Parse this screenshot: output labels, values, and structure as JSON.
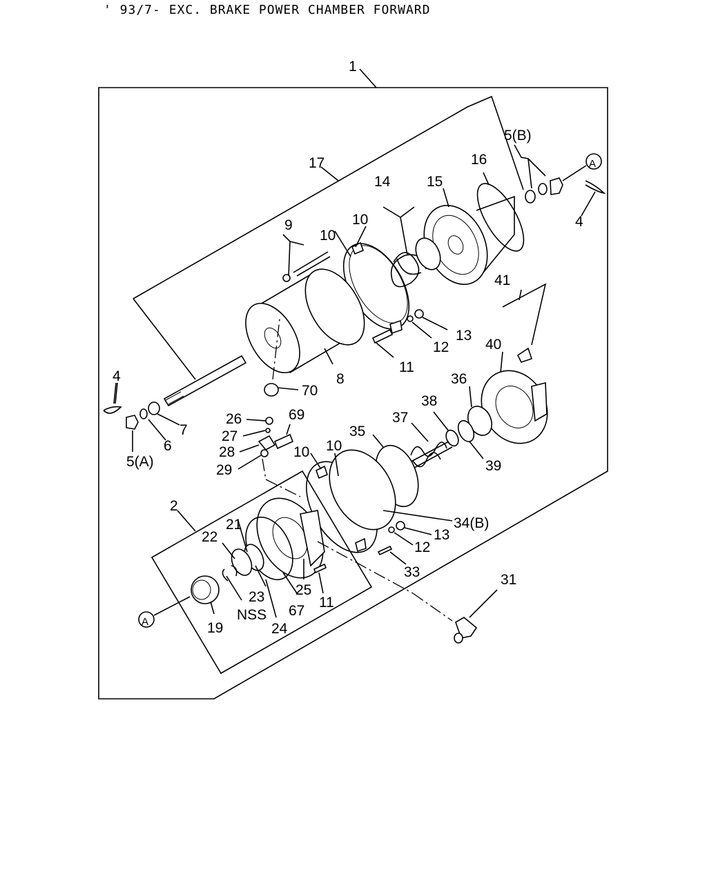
{
  "title": "' 93/7- EXC. BRAKE POWER CHAMBER FORWARD",
  "callouts": [
    {
      "id": "c1",
      "text": "1"
    },
    {
      "id": "c5b",
      "text": "5(B)"
    },
    {
      "id": "cA1",
      "text": "A"
    },
    {
      "id": "c17",
      "text": "17"
    },
    {
      "id": "c16",
      "text": "16"
    },
    {
      "id": "c14",
      "text": "14"
    },
    {
      "id": "c15",
      "text": "15"
    },
    {
      "id": "c4a",
      "text": "4"
    },
    {
      "id": "c9",
      "text": "9"
    },
    {
      "id": "c10a",
      "text": "10"
    },
    {
      "id": "c10b",
      "text": "10"
    },
    {
      "id": "c41",
      "text": "41"
    },
    {
      "id": "c13a",
      "text": "13"
    },
    {
      "id": "c12a",
      "text": "12"
    },
    {
      "id": "c40",
      "text": "40"
    },
    {
      "id": "c11a",
      "text": "11"
    },
    {
      "id": "c8",
      "text": "8"
    },
    {
      "id": "c36",
      "text": "36"
    },
    {
      "id": "c4b",
      "text": "4"
    },
    {
      "id": "c70",
      "text": "70"
    },
    {
      "id": "c38",
      "text": "38"
    },
    {
      "id": "c7",
      "text": "7"
    },
    {
      "id": "c26",
      "text": "26"
    },
    {
      "id": "c69",
      "text": "69"
    },
    {
      "id": "c37",
      "text": "37"
    },
    {
      "id": "c6",
      "text": "6"
    },
    {
      "id": "c27",
      "text": "27"
    },
    {
      "id": "c35",
      "text": "35"
    },
    {
      "id": "c5a",
      "text": "5(A)"
    },
    {
      "id": "c28",
      "text": "28"
    },
    {
      "id": "c10c",
      "text": "10"
    },
    {
      "id": "c10d",
      "text": "10"
    },
    {
      "id": "c29",
      "text": "29"
    },
    {
      "id": "c39",
      "text": "39"
    },
    {
      "id": "c2",
      "text": "2"
    },
    {
      "id": "c21",
      "text": "21"
    },
    {
      "id": "c34b",
      "text": "34(B)"
    },
    {
      "id": "c22",
      "text": "22"
    },
    {
      "id": "c13b",
      "text": "13"
    },
    {
      "id": "c12b",
      "text": "12"
    },
    {
      "id": "c33",
      "text": "33"
    },
    {
      "id": "c31",
      "text": "31"
    },
    {
      "id": "c25",
      "text": "25"
    },
    {
      "id": "c23",
      "text": "23"
    },
    {
      "id": "c11b",
      "text": "11"
    },
    {
      "id": "cNSS",
      "text": "NSS"
    },
    {
      "id": "c67",
      "text": "67"
    },
    {
      "id": "cA2",
      "text": "A"
    },
    {
      "id": "c19",
      "text": "19"
    },
    {
      "id": "c24",
      "text": "24"
    }
  ]
}
